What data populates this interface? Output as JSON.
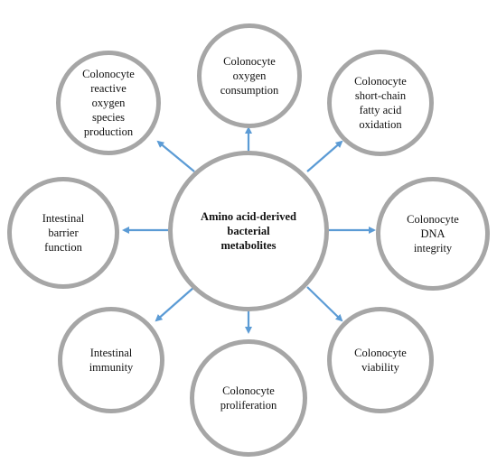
{
  "diagram": {
    "center": [
      "Amino acid-derived",
      "bacterial",
      "metabolites"
    ],
    "nodes": {
      "oxygen": [
        "Colonocyte",
        "oxygen",
        "consumption"
      ],
      "ros": [
        "Colonocyte",
        "reactive",
        "oxygen",
        "species",
        "production"
      ],
      "scfa": [
        "Colonocyte",
        "short-chain",
        "fatty acid",
        "oxidation"
      ],
      "barrier": [
        "Intestinal",
        "barrier",
        "function"
      ],
      "dna": [
        "Colonocyte",
        "DNA",
        "integrity"
      ],
      "immunity": [
        "Intestinal",
        "immunity"
      ],
      "viability": [
        "Colonocyte",
        "viability"
      ],
      "proliferation": [
        "Colonocyte",
        "proliferation"
      ]
    },
    "colors": {
      "circle_border": "#a6a6a6",
      "arrow": "#5b9bd5"
    }
  }
}
